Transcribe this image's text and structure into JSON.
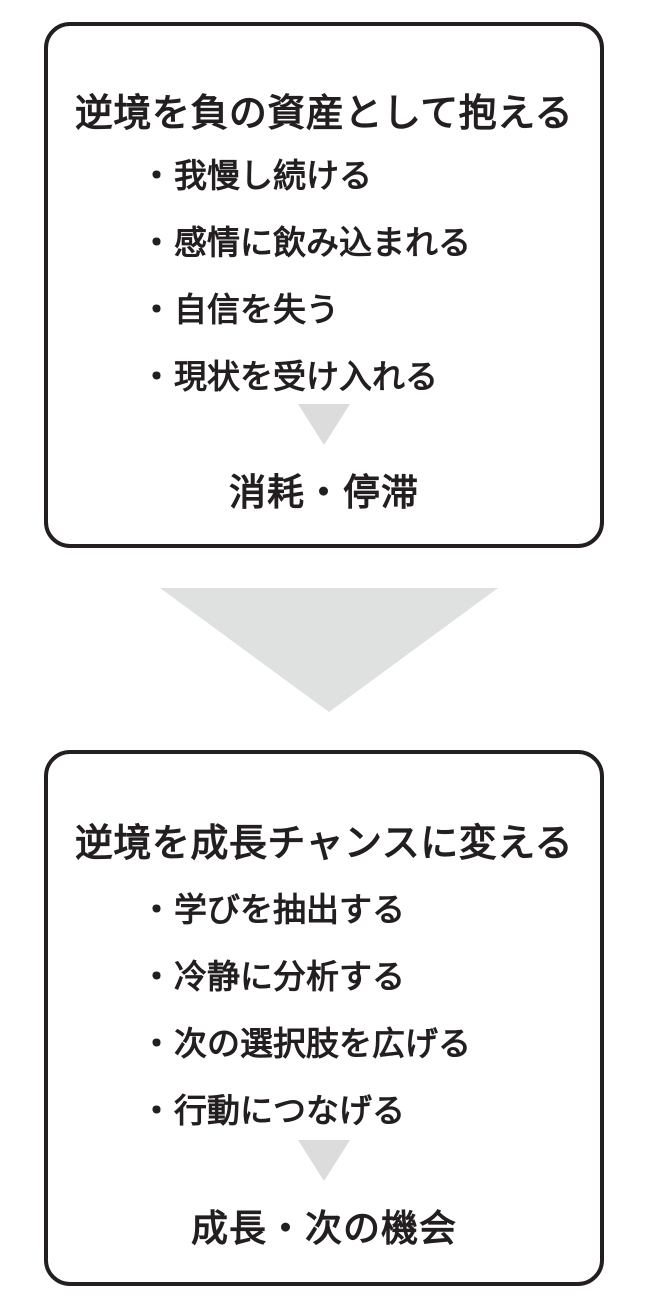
{
  "diagram": {
    "title_text_color": "#231f20",
    "accent_gray": "#dcdcdc",
    "connector_gray": "#dfe0e0",
    "background": "#ffffff",
    "panels": [
      {
        "id": "adversity-burden",
        "title": "逆境を負の資産として抱える",
        "bullet_marker": "・",
        "bullets": [
          "我慢し続ける",
          "感情に飲み込まれる",
          "自信を失う",
          "現状を受け入れる"
        ],
        "outcome": "消耗・停滞",
        "arrow_icon": "triangle-down-icon"
      },
      {
        "id": "adversity-growth",
        "title": "逆境を成長チャンスに変える",
        "bullet_marker": "・",
        "bullets": [
          "学びを抽出する",
          "冷静に分析する",
          "次の選択肢を広げる",
          "行動につなげる"
        ],
        "outcome": "成長・次の機会",
        "arrow_icon": "triangle-down-icon"
      }
    ],
    "connector": {
      "icon": "large-triangle-down-icon"
    }
  }
}
